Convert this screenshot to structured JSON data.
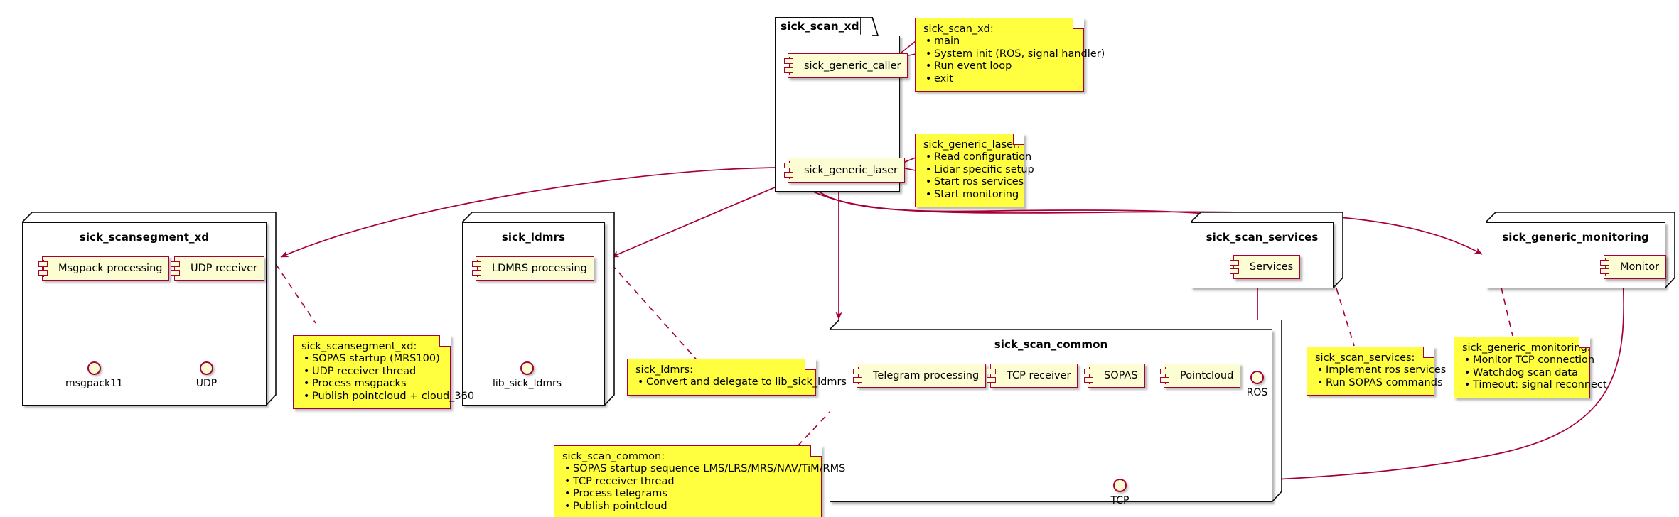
{
  "diagram": {
    "type": "uml-component-diagram",
    "accent_color": "#a80036",
    "note_color": "#ffff3f",
    "component_color": "#fdfdd4",
    "border_color": "#0b0b0b"
  },
  "packages": {
    "sick_scan_xd": {
      "label": "sick_scan_xd",
      "components": [
        {
          "label": "sick_generic_caller"
        },
        {
          "label": "sick_generic_laser"
        }
      ]
    }
  },
  "nodes": [
    {
      "id": "sick_scansegment_xd",
      "title": "sick_scansegment_xd",
      "components": [
        {
          "label": "Msgpack processing"
        },
        {
          "label": "UDP receiver"
        }
      ],
      "interfaces": [
        {
          "label": "msgpack11"
        },
        {
          "label": "UDP"
        }
      ]
    },
    {
      "id": "sick_ldmrs",
      "title": "sick_ldmrs",
      "components": [
        {
          "label": "LDMRS processing"
        }
      ],
      "interfaces": [
        {
          "label": "lib_sick_ldmrs"
        }
      ]
    },
    {
      "id": "sick_scan_common",
      "title": "sick_scan_common",
      "components": [
        {
          "label": "Telegram processing"
        },
        {
          "label": "TCP receiver"
        },
        {
          "label": "SOPAS"
        },
        {
          "label": "Pointcloud"
        }
      ],
      "interfaces": [
        {
          "label": "ROS"
        },
        {
          "label": "TCP"
        }
      ]
    },
    {
      "id": "sick_scan_services",
      "title": "sick_scan_services",
      "components": [
        {
          "label": "Services"
        }
      ],
      "interfaces": []
    },
    {
      "id": "sick_generic_monitoring",
      "title": "sick_generic_monitoring",
      "components": [
        {
          "label": "Monitor"
        }
      ],
      "interfaces": []
    }
  ],
  "notes": [
    {
      "id": "note_sick_scan_xd",
      "title": "sick_scan_xd:",
      "items": [
        "main",
        "System init (ROS, signal handler)",
        "Run event loop",
        "exit"
      ]
    },
    {
      "id": "note_sick_generic_laser",
      "title": "sick_generic_laser:",
      "items": [
        "Read configuration",
        "Lidar specific setup",
        "Start ros services",
        "Start monitoring"
      ]
    },
    {
      "id": "note_sick_scansegment_xd",
      "title": "sick_scansegment_xd:",
      "items": [
        "SOPAS startup (MRS100)",
        "UDP receiver thread",
        "Process msgpacks",
        "Publish pointcloud + cloud_360"
      ]
    },
    {
      "id": "note_sick_ldmrs",
      "title": "sick_ldmrs:",
      "items": [
        "Convert and delegate to lib_sick_ldmrs"
      ]
    },
    {
      "id": "note_sick_scan_common",
      "title": "sick_scan_common:",
      "items": [
        "SOPAS startup sequence LMS/LRS/MRS/NAV/TiM/RMS",
        "TCP receiver thread",
        "Process telegrams",
        "Publish pointcloud"
      ]
    },
    {
      "id": "note_sick_scan_services",
      "title": "sick_scan_services:",
      "items": [
        "Implement ros services",
        "Run SOPAS commands"
      ]
    },
    {
      "id": "note_sick_generic_monitoring",
      "title": "sick_generic_monitoring:",
      "items": [
        "Monitor TCP connection",
        "Watchdog scan data",
        "Timeout: signal reconnect"
      ]
    }
  ]
}
